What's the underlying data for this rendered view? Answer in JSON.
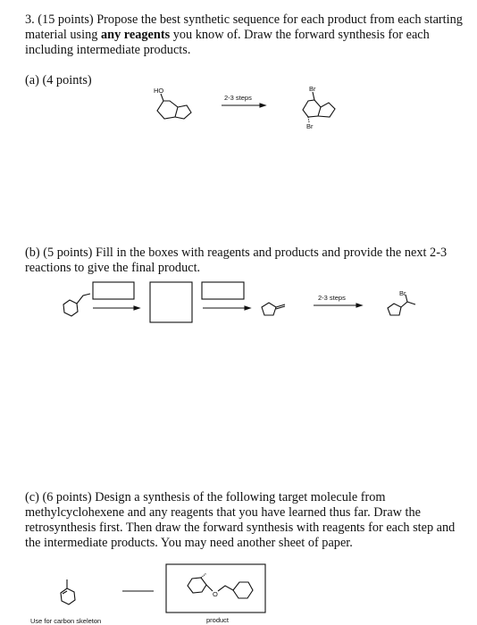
{
  "question": {
    "intro_prefix": "3. (15 points) Propose the best synthetic sequence for each product from each starting material using ",
    "intro_bold": "any reagents",
    "intro_suffix": " you know of.  Draw the forward synthesis for each including intermediate products."
  },
  "part_a": {
    "label": "(a) (4 points)",
    "ho_label": "HO",
    "arrow_label": "2-3 steps",
    "br_top": "Br",
    "br_bottom": "Br"
  },
  "part_b": {
    "text": "(b) (5 points)  Fill in the boxes with reagents and products and provide the next 2-3 reactions to give the final product.",
    "arrow_label": "2-3 steps",
    "br_label": "Br"
  },
  "part_c": {
    "text": "(c) (6 points) Design a synthesis of the following target molecule from methylcyclohexene and any reagents that you have learned thus far.  Draw the retrosynthesis first.  Then draw the forward synthesis with reagents for each step and the intermediate products.  You may need another sheet of paper.",
    "start_caption": "Use for carbon skeleton",
    "product_caption": "product",
    "o_label": "O"
  }
}
